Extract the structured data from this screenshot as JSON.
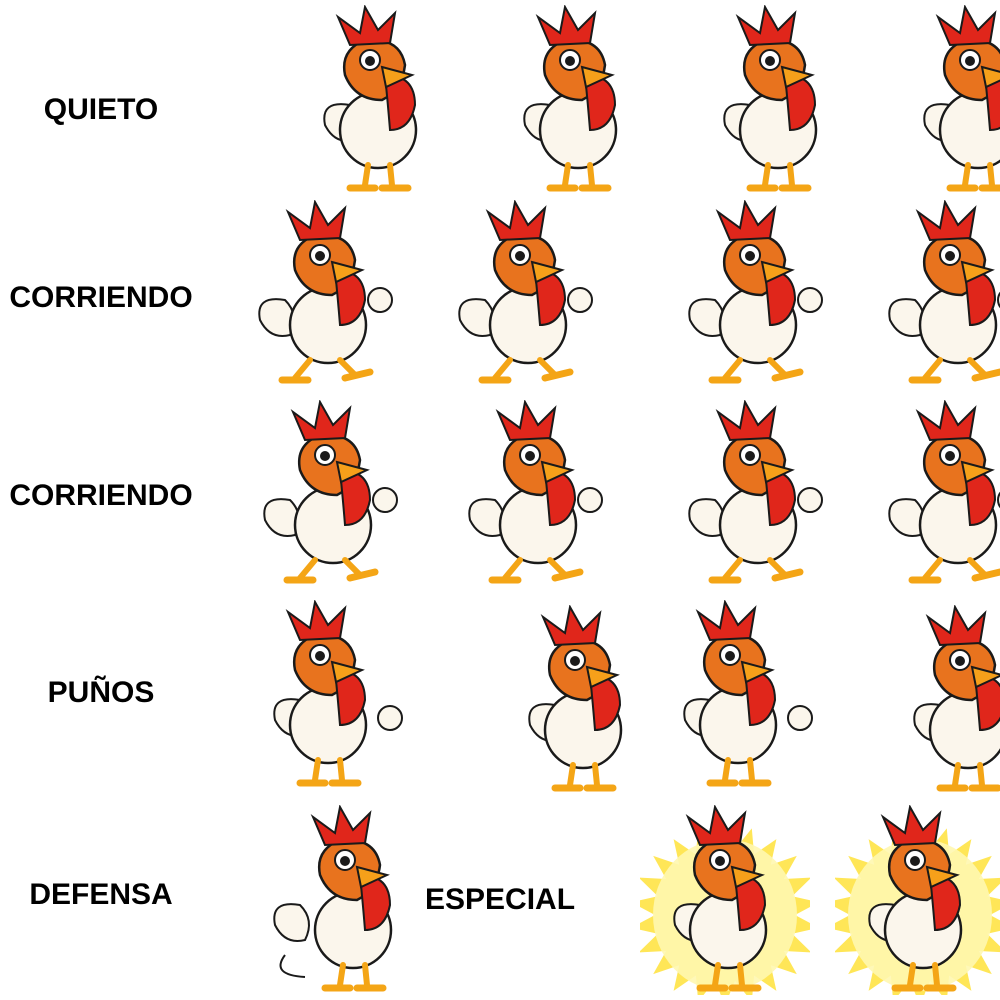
{
  "rows": [
    {
      "label": "QUIETO",
      "frames": [
        "rooster-idle-icon",
        "rooster-idle-icon",
        "rooster-idle-icon",
        "rooster-idle-icon"
      ]
    },
    {
      "label": "CORRIENDO",
      "frames": [
        "rooster-run-icon",
        "rooster-run-icon",
        "rooster-run-icon",
        "rooster-run-icon"
      ]
    },
    {
      "label": "CORRIENDO",
      "frames": [
        "rooster-run-icon",
        "rooster-run-icon",
        "rooster-run-icon",
        "rooster-run-icon"
      ]
    },
    {
      "label": "PUÑOS",
      "frames": [
        "rooster-punch-icon",
        "rooster-idle-icon",
        "rooster-punch-icon",
        "rooster-idle-icon"
      ]
    },
    {
      "label": "DEFENSA",
      "frames": [
        "rooster-defend-icon"
      ]
    }
  ],
  "special": {
    "label": "ESPECIAL",
    "frames": [
      "rooster-special-aura-icon",
      "rooster-special-aura-icon"
    ]
  },
  "colors": {
    "comb": "#e0261b",
    "beak": "#f6a01a",
    "head_feathers": "#e8731e",
    "body": "#fbf6ec",
    "legs": "#f4a516",
    "outline": "#1a1a1a",
    "aura": "#ffe23a"
  }
}
